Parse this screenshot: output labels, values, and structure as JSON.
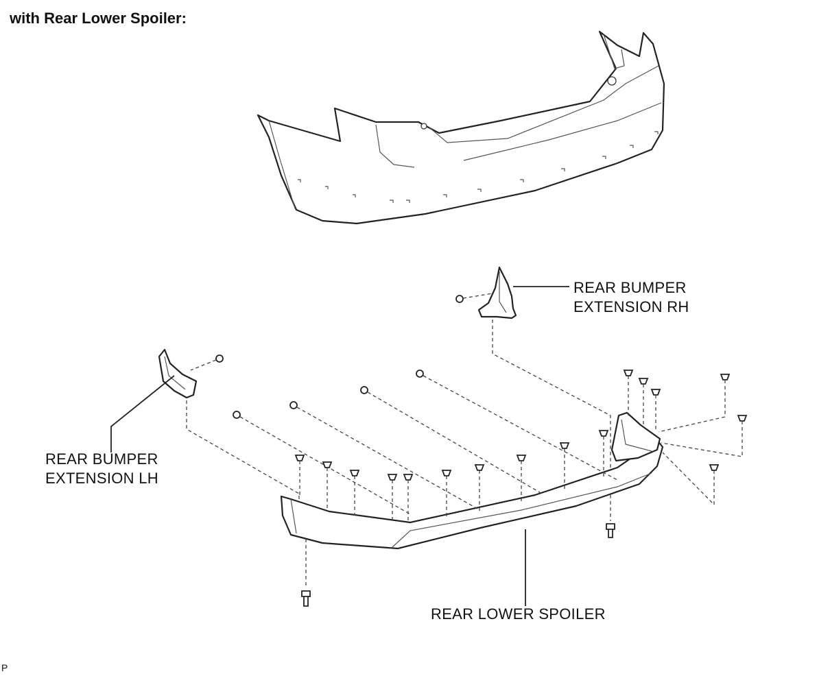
{
  "heading": "with Rear Lower Spoiler:",
  "labels": {
    "extension_rh": [
      "REAR BUMPER",
      "EXTENSION RH"
    ],
    "extension_lh": [
      "REAR BUMPER",
      "EXTENSION LH"
    ],
    "lower_spoiler": "REAR LOWER SPOILER"
  },
  "corner_mark": "P"
}
